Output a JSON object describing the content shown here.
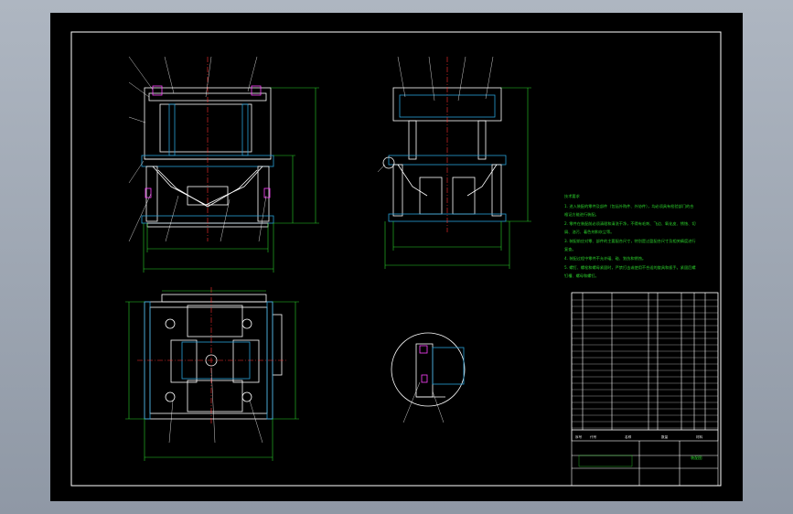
{
  "colors": {
    "background": "#9aa3ae",
    "paper": "#000000",
    "border": "#ffffff",
    "dimension": "#2bd12b",
    "centerline": "#ff3030",
    "part": "#ffffff",
    "hatch": "#2a9fd6",
    "highlight": "#ff40ff"
  },
  "views": {
    "front_section": "front-section-view",
    "side_view": "side-view",
    "top_view": "top-view",
    "detail_view": "detail-view"
  },
  "notes": {
    "title": "技术要求",
    "lines": [
      "1. 进入装配的零件及部件（包括外购件、外协件），均必须具有检验部门的合",
      "格证方能进行装配。",
      "2. 零件在装配前必须清理和清洗干净，不得有毛刺、飞边、氧化皮、锈蚀、切",
      "屑、油污、着色剂和灰尘等。",
      "3. 装配前应对零、部件的主要配合尺寸，特别是过盈配合尺寸及相关精度进行",
      "复查。",
      "4. 装配过程中零件不允许磕、碰、划伤和锈蚀。",
      "5. 螺钉、螺栓和螺母紧固时，严禁打击或使用不合适的旋具和扳手。紧固后螺",
      "钉槽、螺母和螺钉。"
    ]
  },
  "title_block": {
    "drawing_title": "装配图",
    "header_cols": [
      "序号",
      "代号",
      "名称",
      "数量",
      "材料"
    ]
  }
}
